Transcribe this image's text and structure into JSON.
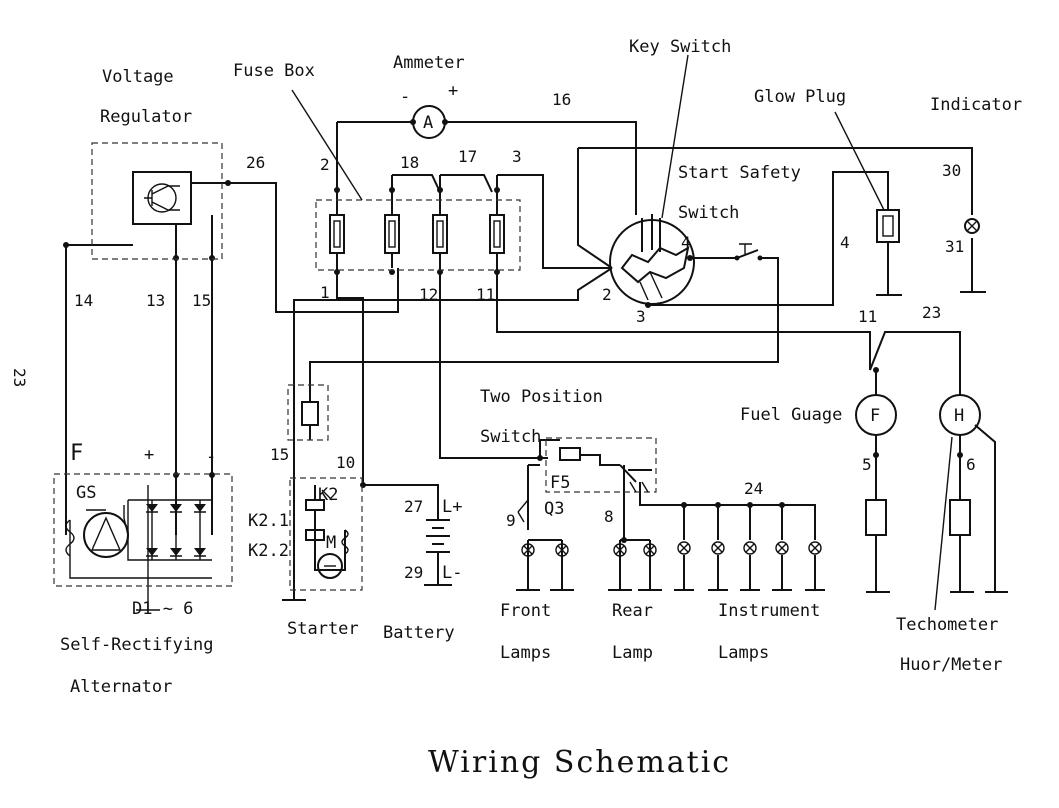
{
  "title": "Wiring Schematic",
  "page_number": "23",
  "components": {
    "voltage_regulator": [
      "Voltage",
      "Regulator"
    ],
    "fuse_box": "Fuse Box",
    "ammeter": "Ammeter",
    "ammeter_symbol": "A",
    "ammeter_minus": "-",
    "ammeter_plus": "+",
    "key_switch": "Key Switch",
    "glow_plug": "Glow Plug",
    "indicator": "Indicator",
    "start_safety_switch": [
      "Start Safety",
      "Switch"
    ],
    "two_position_switch": [
      "Two Position",
      "Switch"
    ],
    "fuel_gauge": "Fuel Guage",
    "fuel_gauge_symbol": "F",
    "tachometer_symbol": "H",
    "tachometer": [
      "Techometer",
      "Huor/Meter"
    ],
    "alternator": [
      "Self-Rectifying",
      "Alternator"
    ],
    "alternator_f": "F",
    "alternator_plus": "+",
    "alternator_minus": "-",
    "alternator_gs": "GS",
    "diodes": "D1 ~ 6",
    "starter": "Starter",
    "starter_k2": "K2",
    "starter_m": "M",
    "k2_1": "K2.1",
    "k2_2": "K2.2",
    "battery": "Battery",
    "battery_plus": "L+",
    "battery_minus": "L-",
    "f5": "F5",
    "q3": "Q3",
    "front_lamps": [
      "Front",
      "Lamps"
    ],
    "rear_lamp": [
      "Rear",
      "Lamp"
    ],
    "instrument_lamps": [
      "Instrument",
      "Lamps"
    ]
  },
  "wire_numbers": {
    "w1": "1",
    "w2": "2",
    "w3": "3",
    "w3b": "3",
    "w4": "4",
    "w4b": "4",
    "w2b": "2",
    "w5": "5",
    "w6": "6",
    "w8": "8",
    "w9": "9",
    "w10": "10",
    "w11": "11",
    "w11b": "11",
    "w12": "12",
    "w13": "13",
    "w14": "14",
    "w15": "15",
    "w15b": "15",
    "w16": "16",
    "w17": "17",
    "w18": "18",
    "w23": "23",
    "w24": "24",
    "w26": "26",
    "w27": "27",
    "w29": "29",
    "w30": "30",
    "w31": "31"
  }
}
